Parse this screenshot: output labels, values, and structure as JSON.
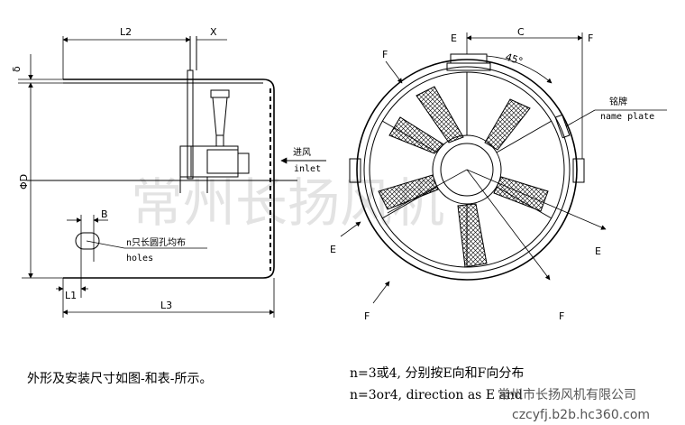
{
  "side_view": {
    "dims": {
      "L2": "L2",
      "X": "X",
      "delta": "δ",
      "phiD": "ΦD",
      "B": "B",
      "L1": "L1",
      "L3": "L3"
    },
    "inlet_cn": "进风",
    "inlet_en": "inlet",
    "holes_cn": "n只长圆孔均布",
    "holes_en": "holes"
  },
  "front_view": {
    "E_top": "E",
    "C": "C",
    "F_top": "F",
    "angle": "45°",
    "nameplate_cn": "铭牌",
    "nameplate_en": "name plate",
    "F_upper_left": "F",
    "E_left": "E",
    "E_right": "E",
    "F_lower_left": "F",
    "F_lower_right": "F"
  },
  "captions": {
    "left": "外形及安装尺寸如图-和表-所示。",
    "right_cn": "n=3或4, 分别按E向和F向分布",
    "right_en": "n=3or4, direction as E and"
  },
  "watermark": {
    "main": "常州长扬风机",
    "company": "常州市长扬风机有限公司",
    "url": "czcyfj.b2b.hc360.com"
  }
}
